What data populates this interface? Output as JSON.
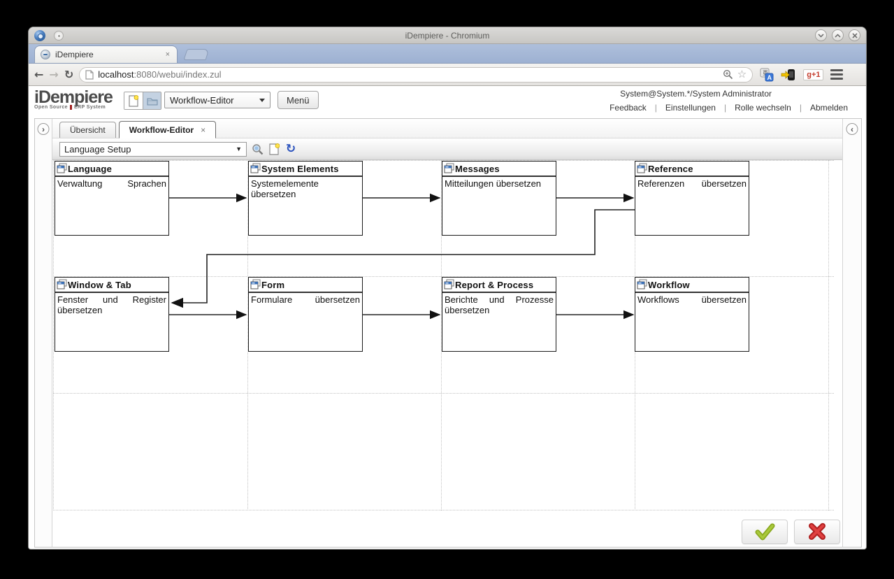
{
  "browser": {
    "window_title": "iDempiere - Chromium",
    "tab": {
      "title": "iDempiere",
      "close": "×"
    },
    "url": {
      "host": "localhost",
      "path": ":8080/webui/index.zul"
    },
    "nav": {
      "back": "←",
      "forward": "→",
      "reload": "↻",
      "star": "☆"
    },
    "extensions": {
      "plus_one": "g+1"
    }
  },
  "app_header": {
    "logo_title": "iDempiere",
    "logo_sub_left": "Open Source",
    "logo_sub_right": "ERP System",
    "window_selector": "Workflow-Editor",
    "menu_button": "Menü",
    "user_info": "System@System.*/System Administrator",
    "links": {
      "feedback": "Feedback",
      "settings": "Einstellungen",
      "switch_role": "Rolle wechseln",
      "logout": "Abmelden"
    }
  },
  "tabs": {
    "overview": "Übersicht",
    "workflow_editor": "Workflow-Editor",
    "close": "×"
  },
  "workflow_toolbar": {
    "workflow_select": "Language Setup",
    "refresh_glyph": "↻"
  },
  "diagram": {
    "nodes": [
      {
        "title": "Language",
        "body": "Verwaltung Sprachen"
      },
      {
        "title": "System Elements",
        "body": "Systemelemente übersetzen"
      },
      {
        "title": "Messages",
        "body": "Mitteilungen übersetzen"
      },
      {
        "title": "Reference",
        "body": "Referenzen übersetzen"
      },
      {
        "title": "Window & Tab",
        "body": "Fenster und Register übersetzen"
      },
      {
        "title": "Form",
        "body": "Formulare übersetzen"
      },
      {
        "title": "Report & Process",
        "body": "Berichte und Prozesse übersetzen"
      },
      {
        "title": "Workflow",
        "body": "Workflows übersetzen"
      }
    ],
    "colors": {
      "node_border": "#1a1a1a",
      "connector": "#222222"
    }
  },
  "confirm": {
    "ok_color": "#8aa81f",
    "cancel_color": "#cc2b2b"
  }
}
